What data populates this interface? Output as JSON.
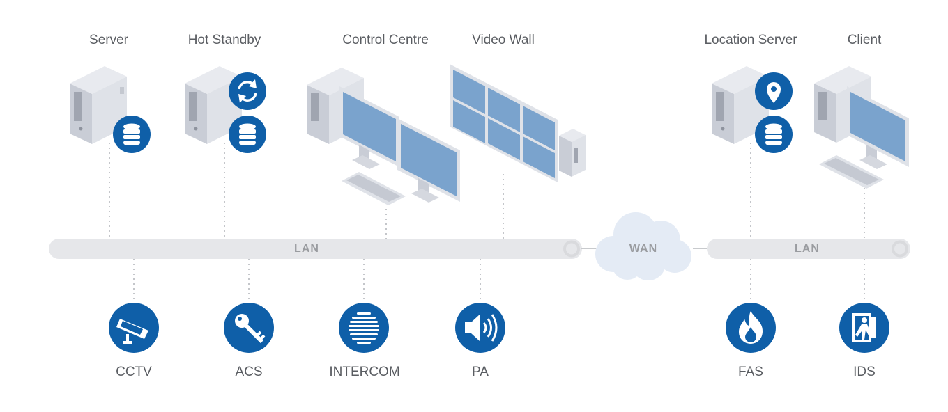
{
  "top_devices": {
    "server": "Server",
    "hot_standby": "Hot Standby",
    "control_centre": "Control Centre",
    "video_wall": "Video Wall",
    "location_server": "Location Server",
    "client": "Client"
  },
  "networks": {
    "lan_left": "LAN",
    "wan": "WAN",
    "lan_right": "LAN"
  },
  "subsystems": {
    "cctv": "CCTV",
    "acs": "ACS",
    "intercom": "INTERCOM",
    "pa": "PA",
    "fas": "FAS",
    "ids": "IDS"
  },
  "colors": {
    "accent": "#0f5fa8",
    "screen": "#7aa3cd",
    "device": "#d8dbe3",
    "bar": "#e6e7ea",
    "cloud": "#e4ebf5"
  },
  "icons": [
    "database-icon",
    "sync-icon",
    "location-pin-icon",
    "cctv-camera-icon",
    "key-icon",
    "intercom-icon",
    "speaker-icon",
    "fire-icon",
    "intruder-icon"
  ]
}
